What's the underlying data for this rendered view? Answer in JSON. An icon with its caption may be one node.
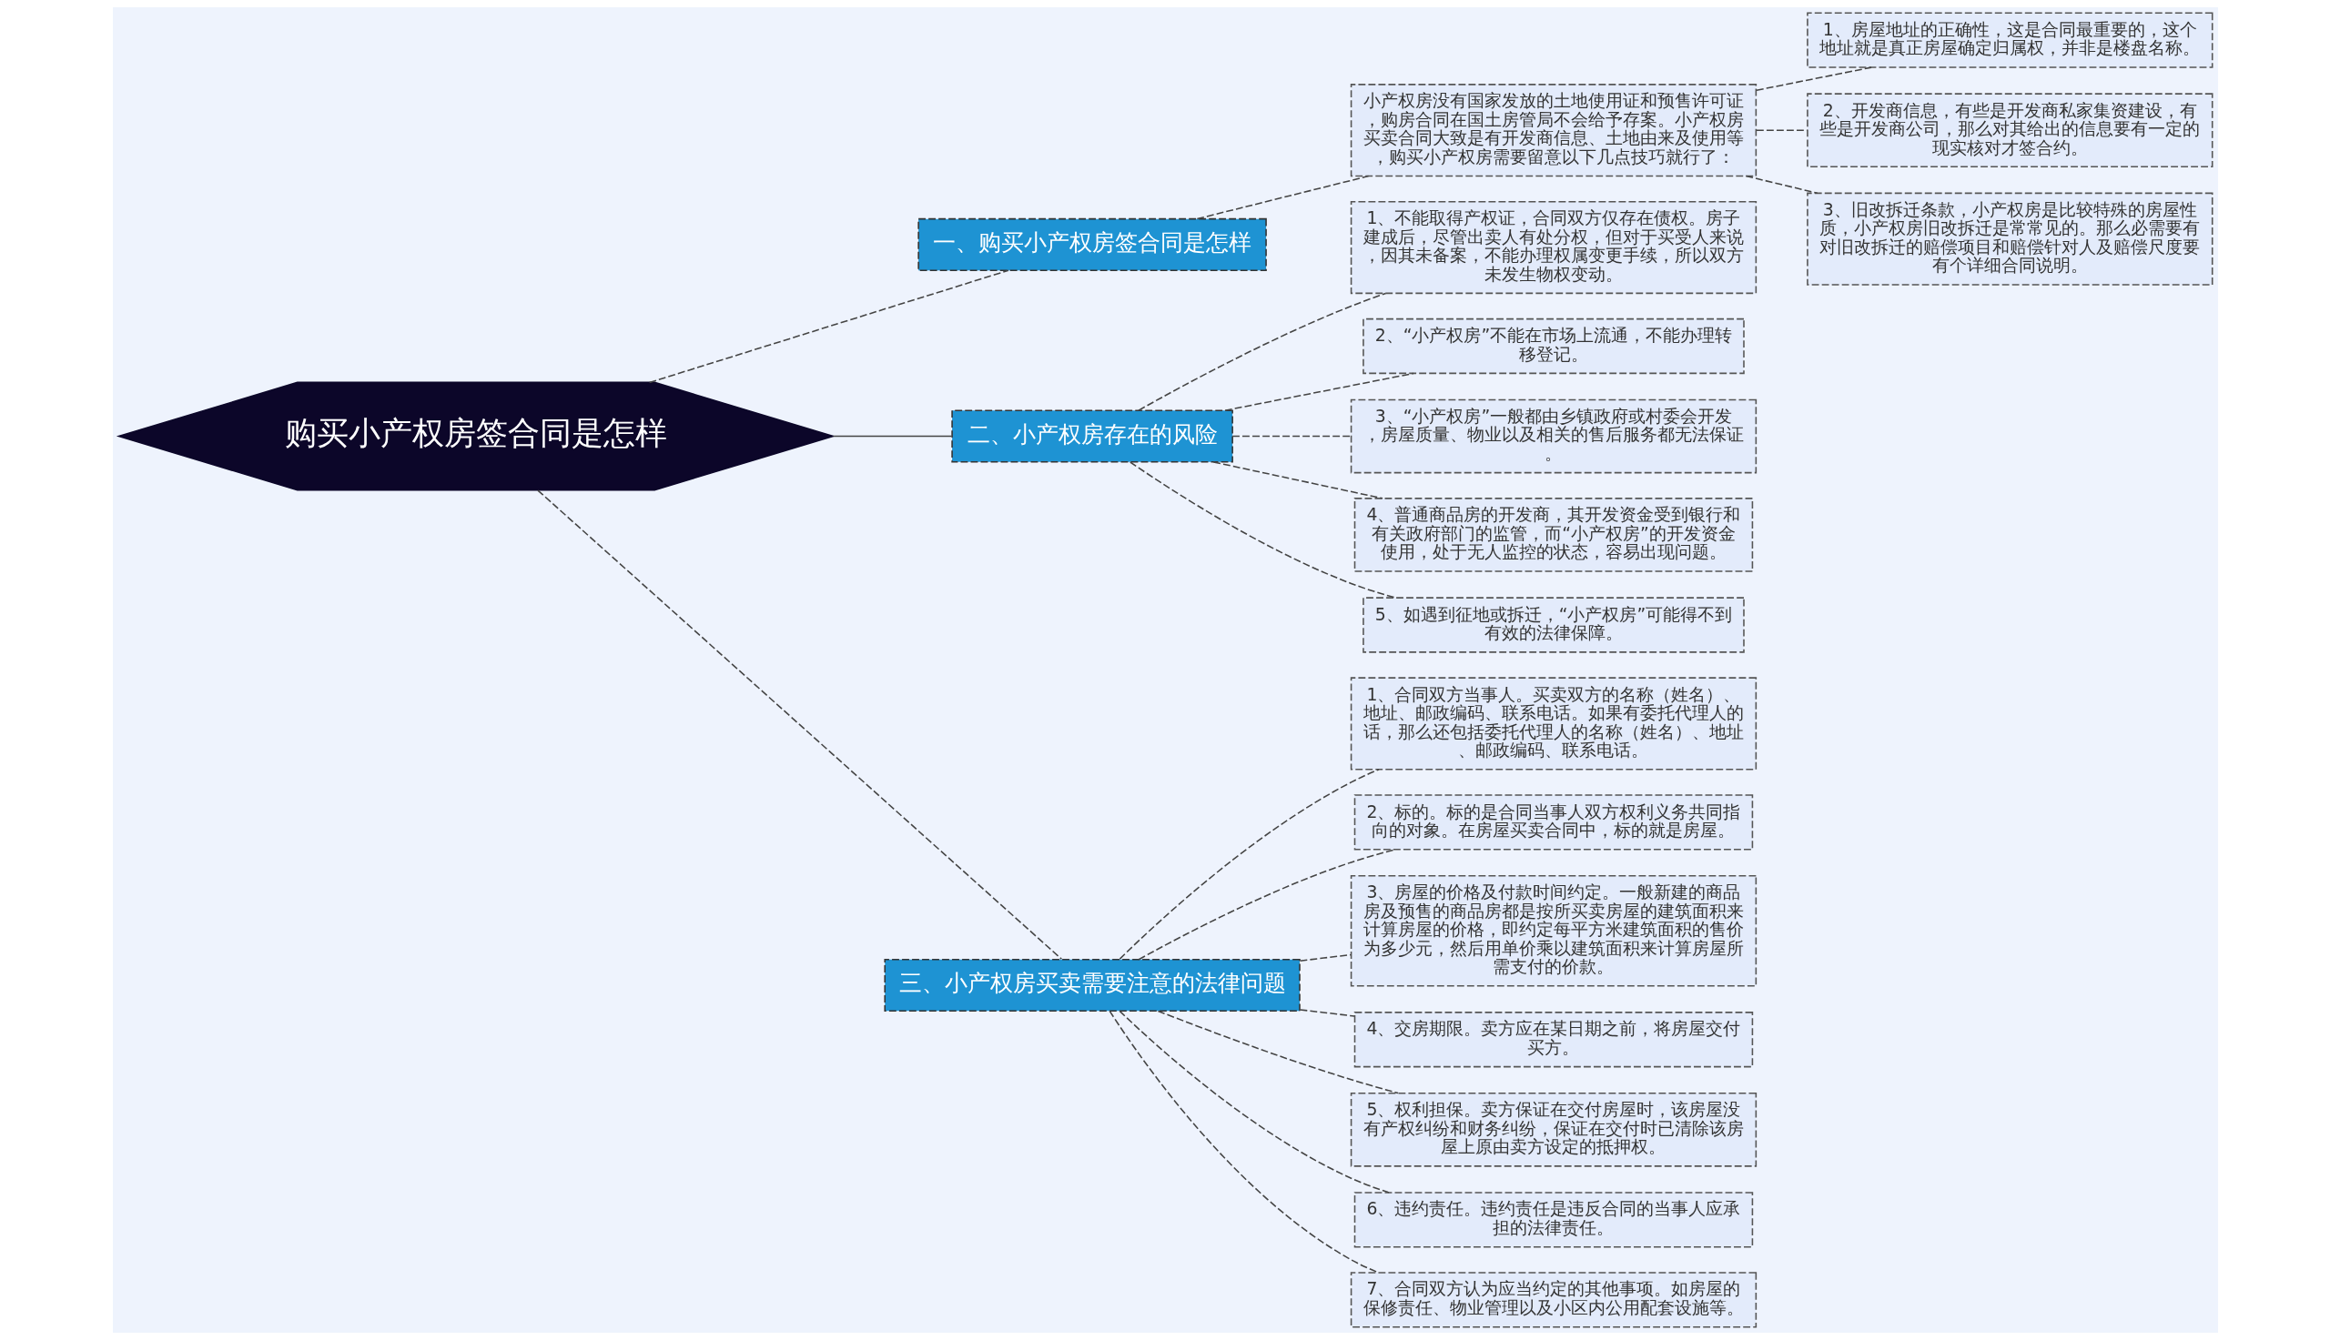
{
  "diagram": {
    "nodes": [
      {
        "text": [
          "购买小产权房签合同是怎样"
        ]
      },
      {
        "text": [
          "一、购买小产权房签合同是怎样"
        ]
      },
      {
        "text": [
          "小产权房没有国家发放的土地使用证和预售许可证，购房合同在国土房管局不会给予存案。小产权房买卖合同大致是有开发商信息、土地由来及使用等，购买小产权房需要留意以下几点技巧就行了："
        ]
      },
      {
        "text": [
          "1、房屋地址的正确性，这是合同最重要的，这个地址就是真正房屋确定归属权，并非是楼盘名称。"
        ]
      },
      {
        "text": [
          "2、开发商信息，有些是开发商私家集资建设，有些是开发商公司，那么对其给出的信息要有一定的现实核对才签合约。"
        ]
      },
      {
        "text": [
          "3、旧改拆迁条款，小产权房是比较特殊的房屋性质，小产权房旧改拆迁是常常见的。那么必需要有对旧改拆迁的赔偿项目和赔偿针对人及赔偿尺度要有个详细合同说明。"
        ]
      },
      {
        "text": [
          "二、小产权房存在的风险"
        ]
      },
      {
        "text": [
          "1、不能取得产权证，合同双方仅存在债权。房子建成后，尽管出卖人有处分权，但对于买受人来说，因其未备案，不能办理权属变更手续，所以双方未发生物权变动。"
        ]
      },
      {
        "text": [
          "2、“小产权房”不能在市场上流通，不能办理转移登记。"
        ]
      },
      {
        "text": [
          "3、“小产权房”一般都由乡镇政府或村委会开发，房屋质量、物业以及相关的售后服务都无法保证。"
        ]
      },
      {
        "text": [
          "4、普通商品房的开发商，其开发资金受到银行和有关政府部门的监管，而“小产权房”的开发资金使用，处于无人监控的状态，容易出现问题。"
        ]
      },
      {
        "text": [
          "5、如遇到征地或拆迁，“小产权房”可能得不到有效的法律保障。"
        ]
      },
      {
        "text": [
          "三、小产权房买卖需要注意的法律问题"
        ]
      },
      {
        "text": [
          "1、合同双方当事人。买卖双方的名称（姓名）、地址、邮政编码、联系电话。如果有委托代理人的话，那么还包括委托代理人的名称（姓名）、地址、邮政编码、联系电话。"
        ]
      },
      {
        "text": [
          "2、标的。标的是合同当事人双方权利义务共同指向的对象。在房屋买卖合同中，标的就是房屋。"
        ]
      },
      {
        "text": [
          "3、房屋的价格及付款时间约定。一般新建的商品房及预售的商品房都是按所买卖房屋的建筑面积来计算房屋的价格，即约定每平方米建筑面积的售价为多少元，然后用单价乘以建筑面积来计算房屋所需支付的价款。"
        ]
      },
      {
        "text": [
          "4、交房期限。卖方应在某日期之前，将房屋交付买方。"
        ]
      },
      {
        "text": [
          "5、权利担保。卖方保证在交付房屋时，该房屋没有产权纠纷和财务纠纷，保证在交付时已清除该房屋上原由卖方设定的抵押权。"
        ]
      },
      {
        "text": [
          "6、违约责任。违约责任是违反合同的当事人应承担的法律责任。"
        ]
      },
      {
        "text": [
          "7、合同双方认为应当约定的其他事项。如房屋的保修责任、物业管理以及小区内公用配套设施等。"
        ]
      }
    ],
    "edges": [
      {
        "from": 0,
        "to": 1,
        "arrow": "none",
        "style": "dashed"
      },
      {
        "from": 1,
        "to": 2,
        "arrow": "none",
        "style": "dashed"
      },
      {
        "from": 2,
        "to": 3,
        "arrow": "none",
        "style": "dashed"
      },
      {
        "from": 2,
        "to": 4,
        "arrow": "none",
        "style": "dashed"
      },
      {
        "from": 2,
        "to": 5,
        "arrow": "none",
        "style": "dashed"
      },
      {
        "from": 0,
        "to": 6,
        "arrow": "none"
      },
      {
        "from": 6,
        "to": 7,
        "arrow": "none",
        "style": "dashed"
      },
      {
        "from": 6,
        "to": 8,
        "arrow": "none",
        "style": "dashed"
      },
      {
        "from": 6,
        "to": 9,
        "arrow": "none",
        "style": "dashed"
      },
      {
        "from": 6,
        "to": 10,
        "arrow": "none",
        "style": "dashed"
      },
      {
        "from": 6,
        "to": 11,
        "arrow": "none",
        "style": "dashed"
      },
      {
        "from": 0,
        "to": 12,
        "arrow": "none",
        "style": "dashed"
      },
      {
        "from": 12,
        "to": 13,
        "arrow": "none",
        "style": "dashed"
      },
      {
        "from": 12,
        "to": 14,
        "arrow": "none",
        "style": "dashed"
      },
      {
        "from": 12,
        "to": 15,
        "arrow": "none",
        "style": "dashed"
      },
      {
        "from": 12,
        "to": 16,
        "arrow": "none",
        "style": "dashed"
      },
      {
        "from": 12,
        "to": 17,
        "arrow": "none",
        "style": "dashed"
      },
      {
        "from": 12,
        "to": 18,
        "arrow": "none",
        "style": "dashed"
      },
      {
        "from": 12,
        "to": 19,
        "arrow": "none",
        "style": "dashed"
      }
    ]
  }
}
